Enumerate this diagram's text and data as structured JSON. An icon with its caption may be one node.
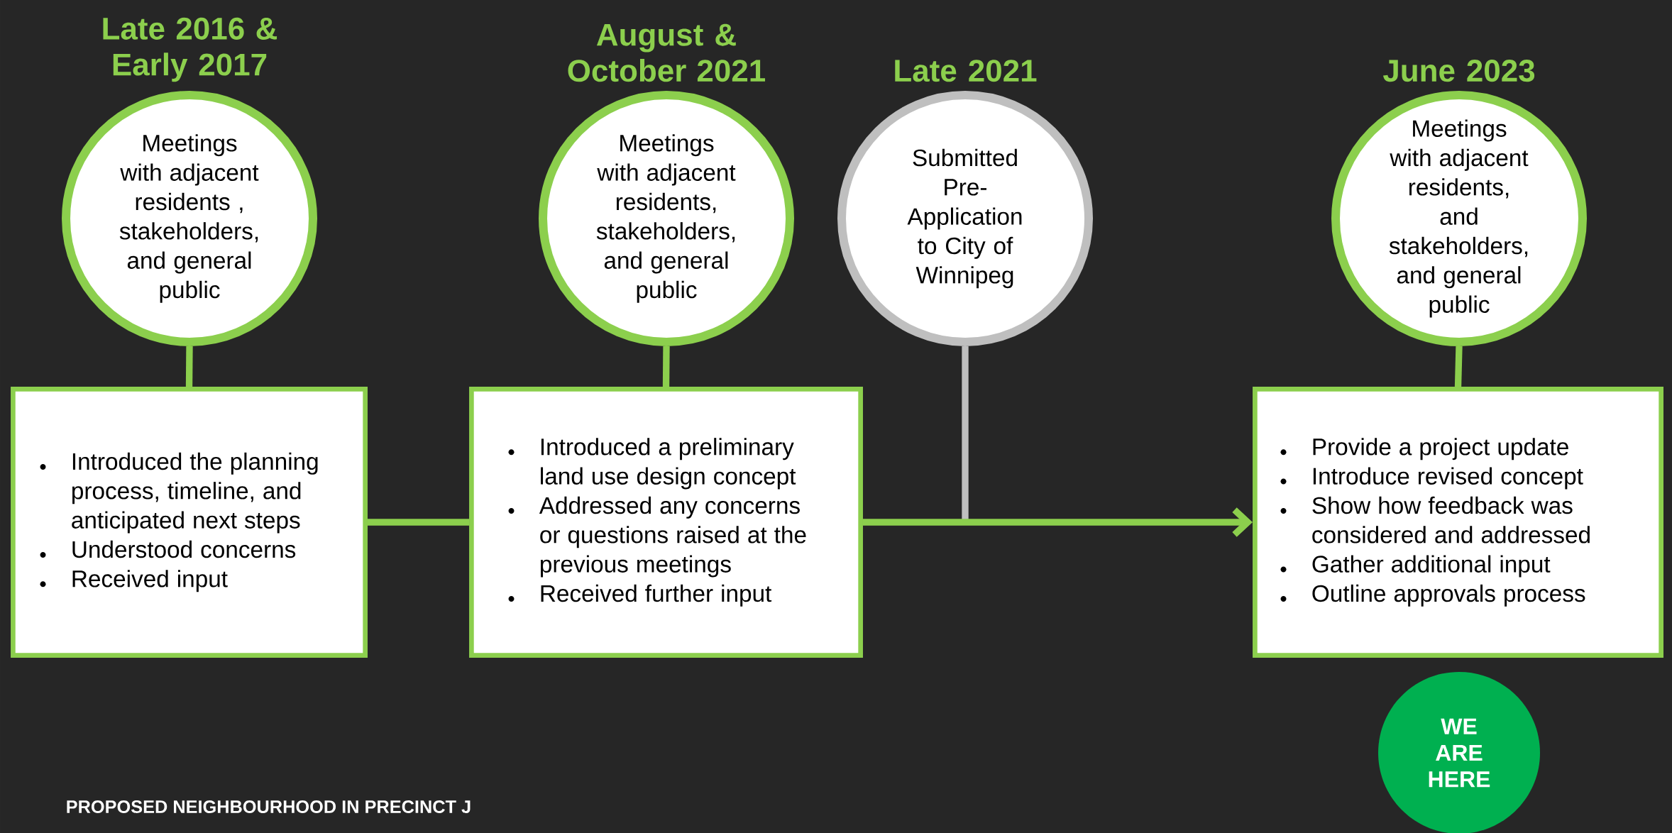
{
  "diagram": {
    "nodes": [
      {
        "text": [
          "Late 2016 & Early 2017",
          "Meetings with adjacent residents , stakeholders, and general public"
        ]
      },
      {
        "text": [
          "Introduced the planning process, timeline, and anticipated next steps",
          "Understood concerns",
          "Received input"
        ]
      },
      {
        "text": [
          "August & October 2021",
          "Meetings with adjacent residents, stakeholders, and general public"
        ]
      },
      {
        "text": [
          "Introduced a preliminary land use design concept",
          "Addressed any concerns or questions raised at the previous meetings",
          "Received further input"
        ]
      },
      {
        "text": [
          "Late 2021",
          "Submitted Pre-Application to City of Winnipeg"
        ]
      },
      {
        "text": [
          "June 2023",
          "Meetings with adjacent residents, and stakeholders, and general public"
        ]
      },
      {
        "text": [
          "Provide a project update",
          "Introduce revised concept",
          "Show how feedback was considered and addressed",
          "Gather additional input",
          "Outline approvals process"
        ]
      },
      {
        "text": [
          "WE ARE HERE"
        ]
      }
    ],
    "edges": [
      {
        "from": 0,
        "to": 1,
        "arrow": "none"
      },
      {
        "from": 2,
        "to": 3,
        "arrow": "none"
      },
      {
        "from": 4,
        "to": null,
        "arrow": "none",
        "color": "#bfbfbf"
      },
      {
        "from": 1,
        "to": 3,
        "arrow": "none"
      },
      {
        "from": 3,
        "to": 6,
        "arrow": "to"
      },
      {
        "from": 5,
        "to": 6,
        "arrow": "none"
      }
    ],
    "labels": [
      "PROPOSED NEIGHBOURHOOD IN PRECINCT J"
    ]
  }
}
